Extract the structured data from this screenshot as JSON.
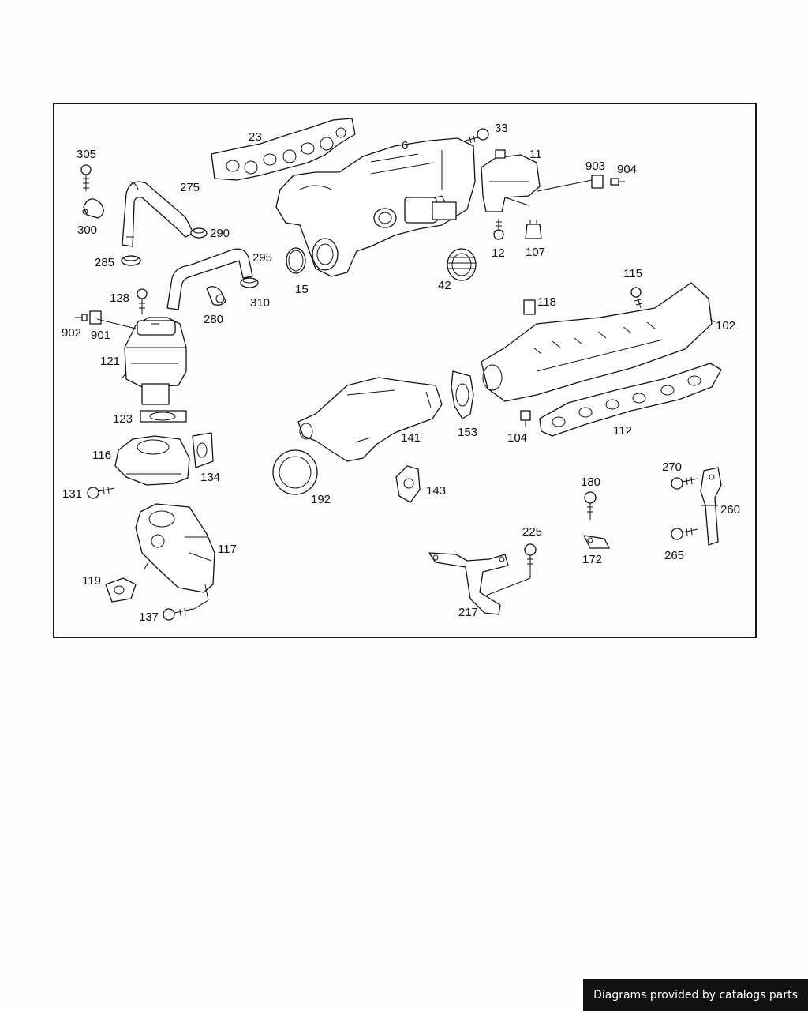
{
  "diagram": {
    "callouts": [
      "305",
      "300",
      "275",
      "285",
      "290",
      "295",
      "310",
      "280",
      "23",
      "6",
      "33",
      "15",
      "42",
      "11",
      "903",
      "904",
      "12",
      "107",
      "128",
      "902",
      "901",
      "121",
      "123",
      "116",
      "134",
      "131",
      "117",
      "119",
      "137",
      "118",
      "115",
      "102",
      "104",
      "112",
      "141",
      "153",
      "192",
      "143",
      "180",
      "172",
      "270",
      "260",
      "265",
      "225",
      "217"
    ]
  },
  "credit": "Diagrams provided by catalogs parts"
}
